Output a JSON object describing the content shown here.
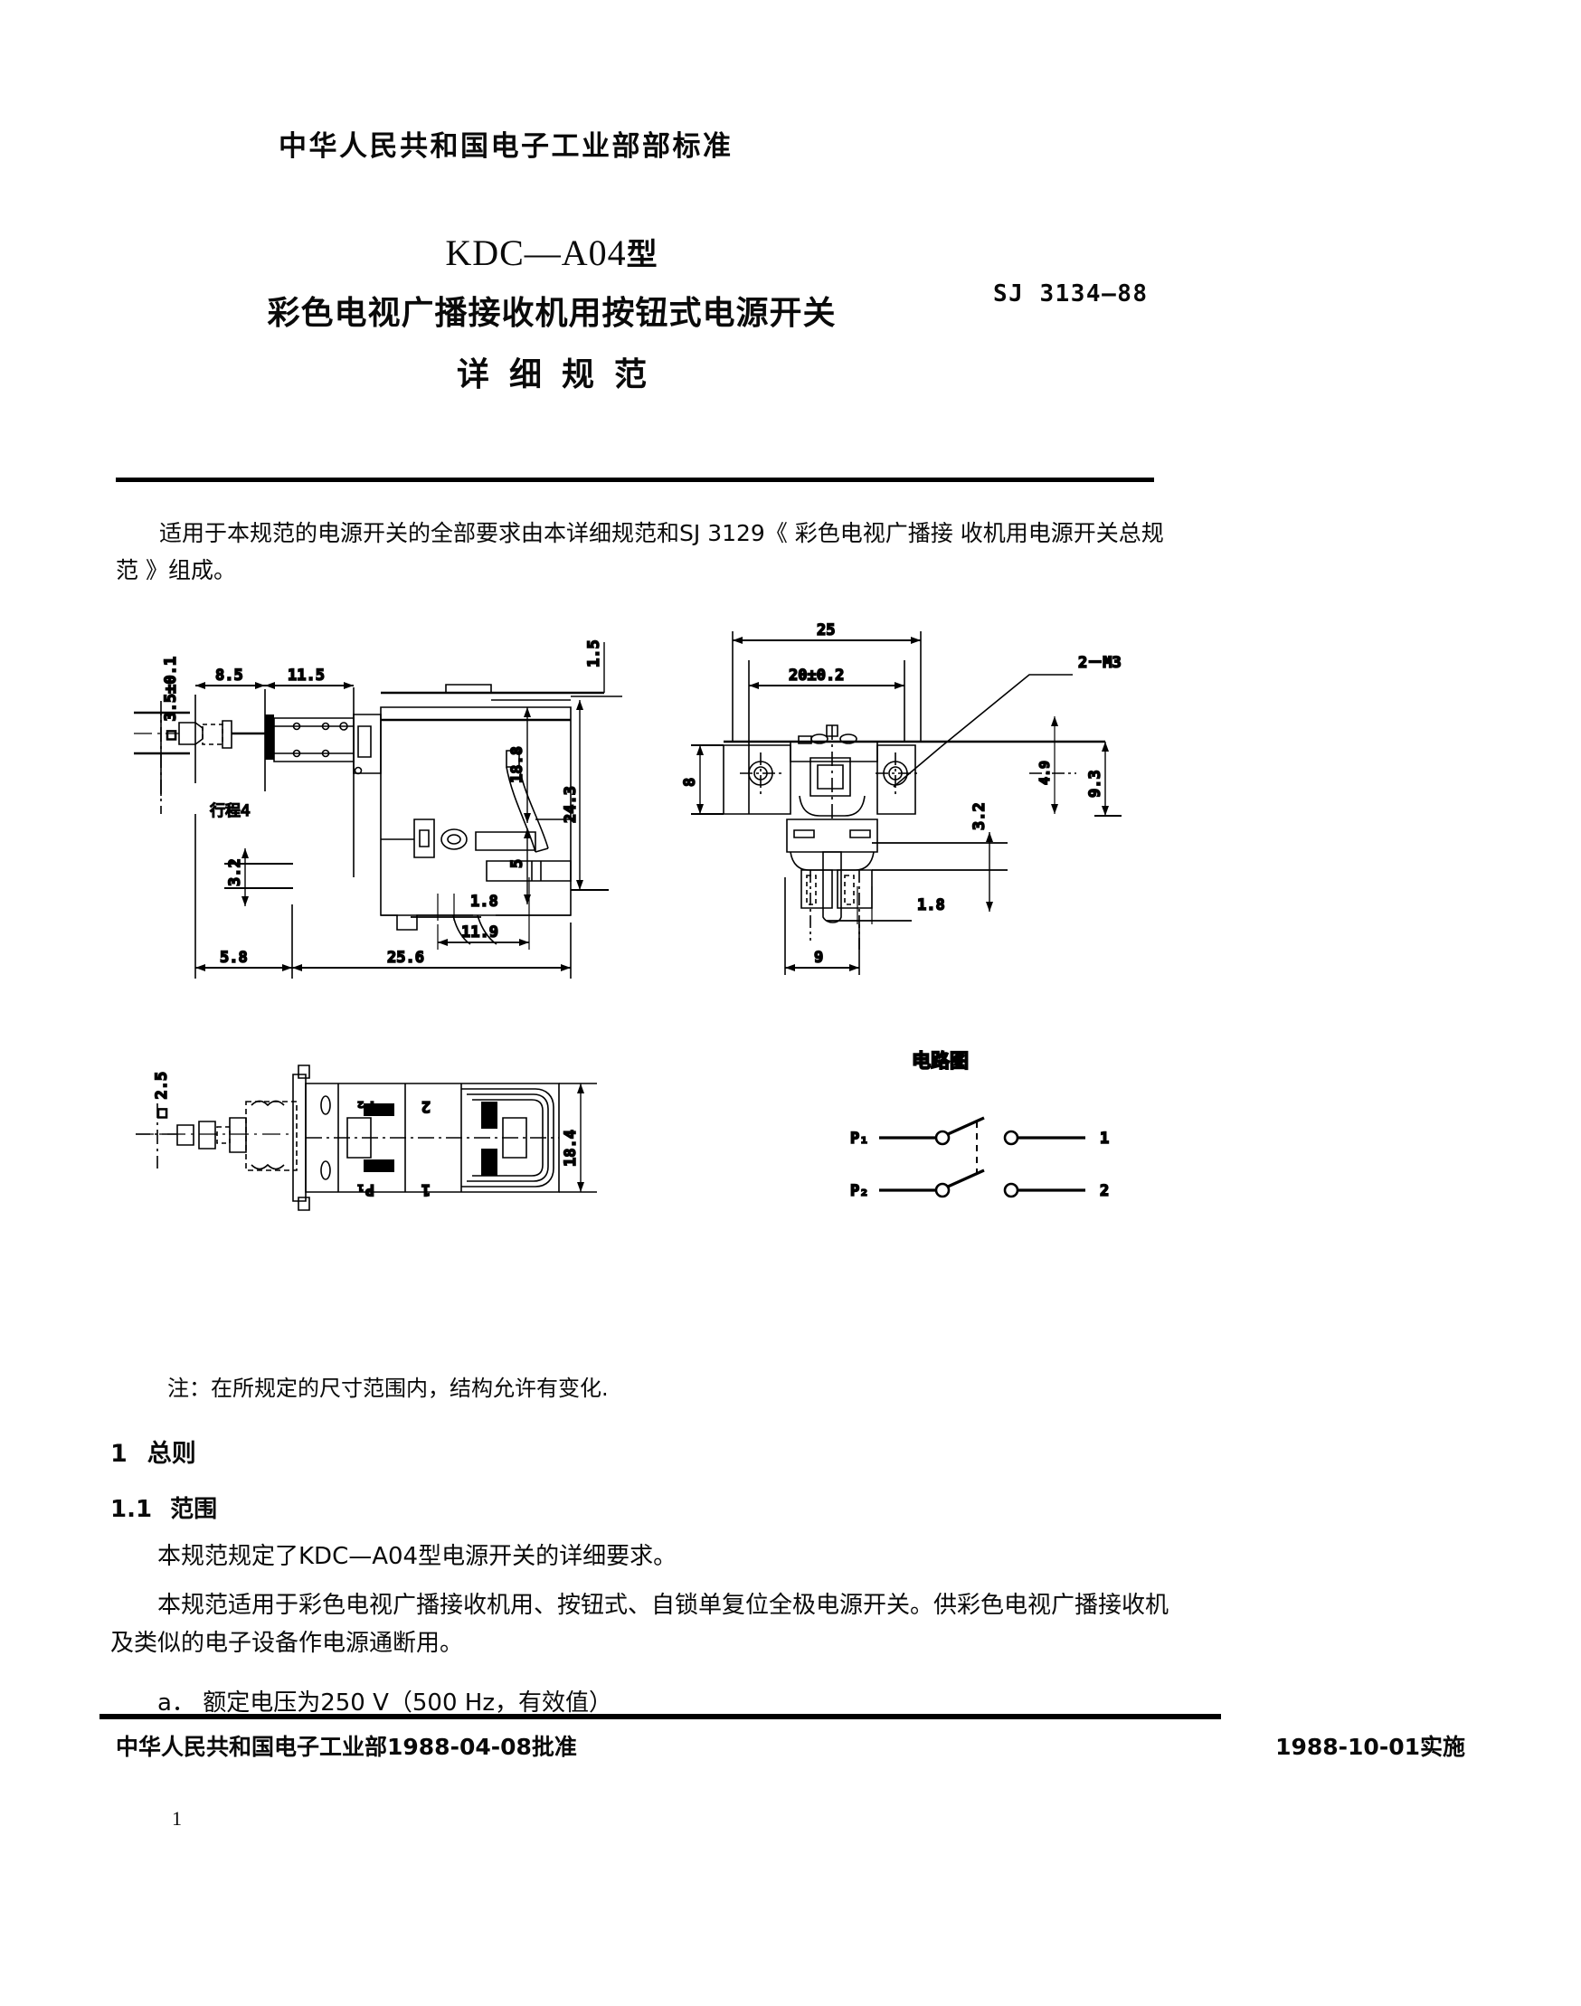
{
  "header": {
    "dept_standard": "中华人民共和国电子工业部部标准",
    "std_number": "SJ 3134—88"
  },
  "title": {
    "line1_model": "KDC—A04",
    "line1_suffix": "型",
    "line2": "彩色电视广播接收机用按钮式电源开关",
    "line3": "详细规范"
  },
  "intro": {
    "text": "适用于本规范的电源开关的全部要求由本详细规范和SJ 3129《 彩色电视广播接 收机用电源开关总规范 》组成。"
  },
  "drawings": {
    "fig1": {
      "name": "side-elevation-view",
      "dimensions": {
        "square_shaft": "□ 3.5±0.1",
        "d_8_5": "8.5",
        "d_11_5": "11.5",
        "d_1_5": "1.5",
        "d_18_8": "18.8",
        "d_24_3": "24.3",
        "d_5": "5",
        "d_3_2": "3.2",
        "d_1_8": "1.8",
        "d_11_9": "11.9",
        "d_5_8": "5.8",
        "d_25_6": "25.6",
        "travel": "行程4"
      }
    },
    "fig2": {
      "name": "front-elevation-view",
      "dimensions": {
        "d_25": "25",
        "d_20": "20±0.2",
        "thread": "2－M3",
        "d_8": "8",
        "d_9_3": "9.3",
        "d_4_9": "4.9",
        "d_3_2": "3.2",
        "d_1_8": "1.8",
        "d_9": "9"
      }
    },
    "fig3": {
      "name": "plan-view",
      "dimensions": {
        "square_shaft": "□ 2.5",
        "d_18_4": "18.4"
      },
      "terminals": [
        "P₂",
        "P₁",
        "2",
        "1"
      ]
    },
    "circuit": {
      "title": "电路图",
      "inputs": [
        "P₁",
        "P₂"
      ],
      "outputs": [
        "1",
        "2"
      ]
    }
  },
  "note": {
    "text": "注：在所规定的尺寸范围内，结构允许有变化."
  },
  "sections": {
    "s1": {
      "num": "1",
      "title": "总则"
    },
    "s1_1": {
      "num": "1.1",
      "title": "范围"
    }
  },
  "body": {
    "p1": "本规范规定了KDC—A04型电源开关的详细要求。",
    "p2": "本规范适用于彩色电视广播接收机用、按钮式、自锁单复位全极电源开关。供彩色电视广播接收机及类似的电子设备作电源通断用。",
    "p3": "a． 额定电压为250 V（500 Hz，有效值）"
  },
  "footer": {
    "left": "中华人民共和国电子工业部1988-04-08批准",
    "right": "1988-10-01实施",
    "page": "1"
  }
}
